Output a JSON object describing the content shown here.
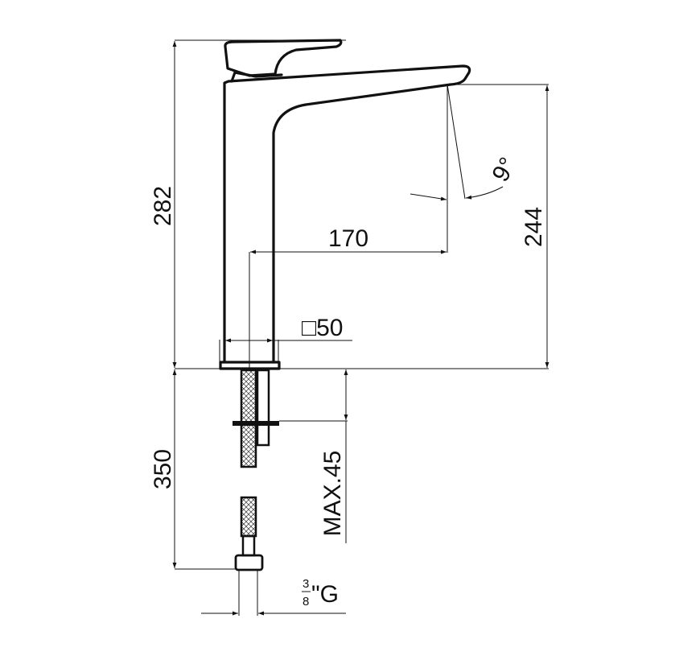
{
  "drawing": {
    "title": "Tall basin mixer dimension drawing",
    "dimensions": {
      "total_height": "282",
      "spout_height": "244",
      "spout_reach": "170",
      "base_size": "□50",
      "hose_length": "350",
      "max_deck_thickness": "MAX.45",
      "spout_angle": "9°",
      "connection_numerator": "3",
      "connection_denominator": "8",
      "connection_suffix": "\"G"
    },
    "colors": {
      "line": "#111111",
      "background": "#ffffff"
    }
  }
}
